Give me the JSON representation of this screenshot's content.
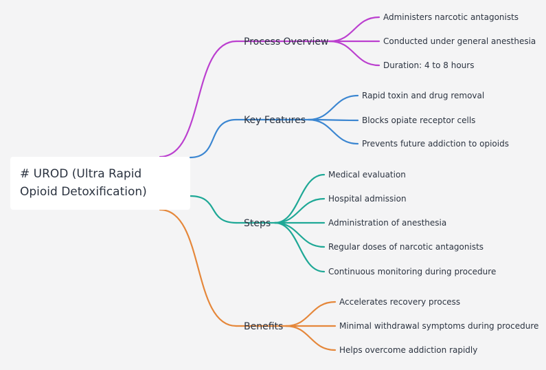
{
  "root": {
    "title": "# UROD (Ultra Rapid Opioid Detoxification)"
  },
  "branches": [
    {
      "label": "Process Overview",
      "color": "#bb3fcf",
      "leaves": [
        "Administers narcotic antagonists",
        "Conducted under general anesthesia",
        "Duration: 4 to 8 hours"
      ]
    },
    {
      "label": "Key Features",
      "color": "#3b86d1",
      "leaves": [
        "Rapid toxin and drug removal",
        "Blocks opiate receptor cells",
        "Prevents future addiction to opioids"
      ]
    },
    {
      "label": "Steps",
      "color": "#1ea896",
      "leaves": [
        "Medical evaluation",
        "Hospital admission",
        "Administration of anesthesia",
        "Regular doses of narcotic antagonists",
        "Continuous monitoring during procedure"
      ]
    },
    {
      "label": "Benefits",
      "color": "#e5873a",
      "leaves": [
        "Accelerates recovery process",
        "Minimal withdrawal symptoms during procedure",
        "Helps overcome addiction rapidly"
      ]
    }
  ]
}
